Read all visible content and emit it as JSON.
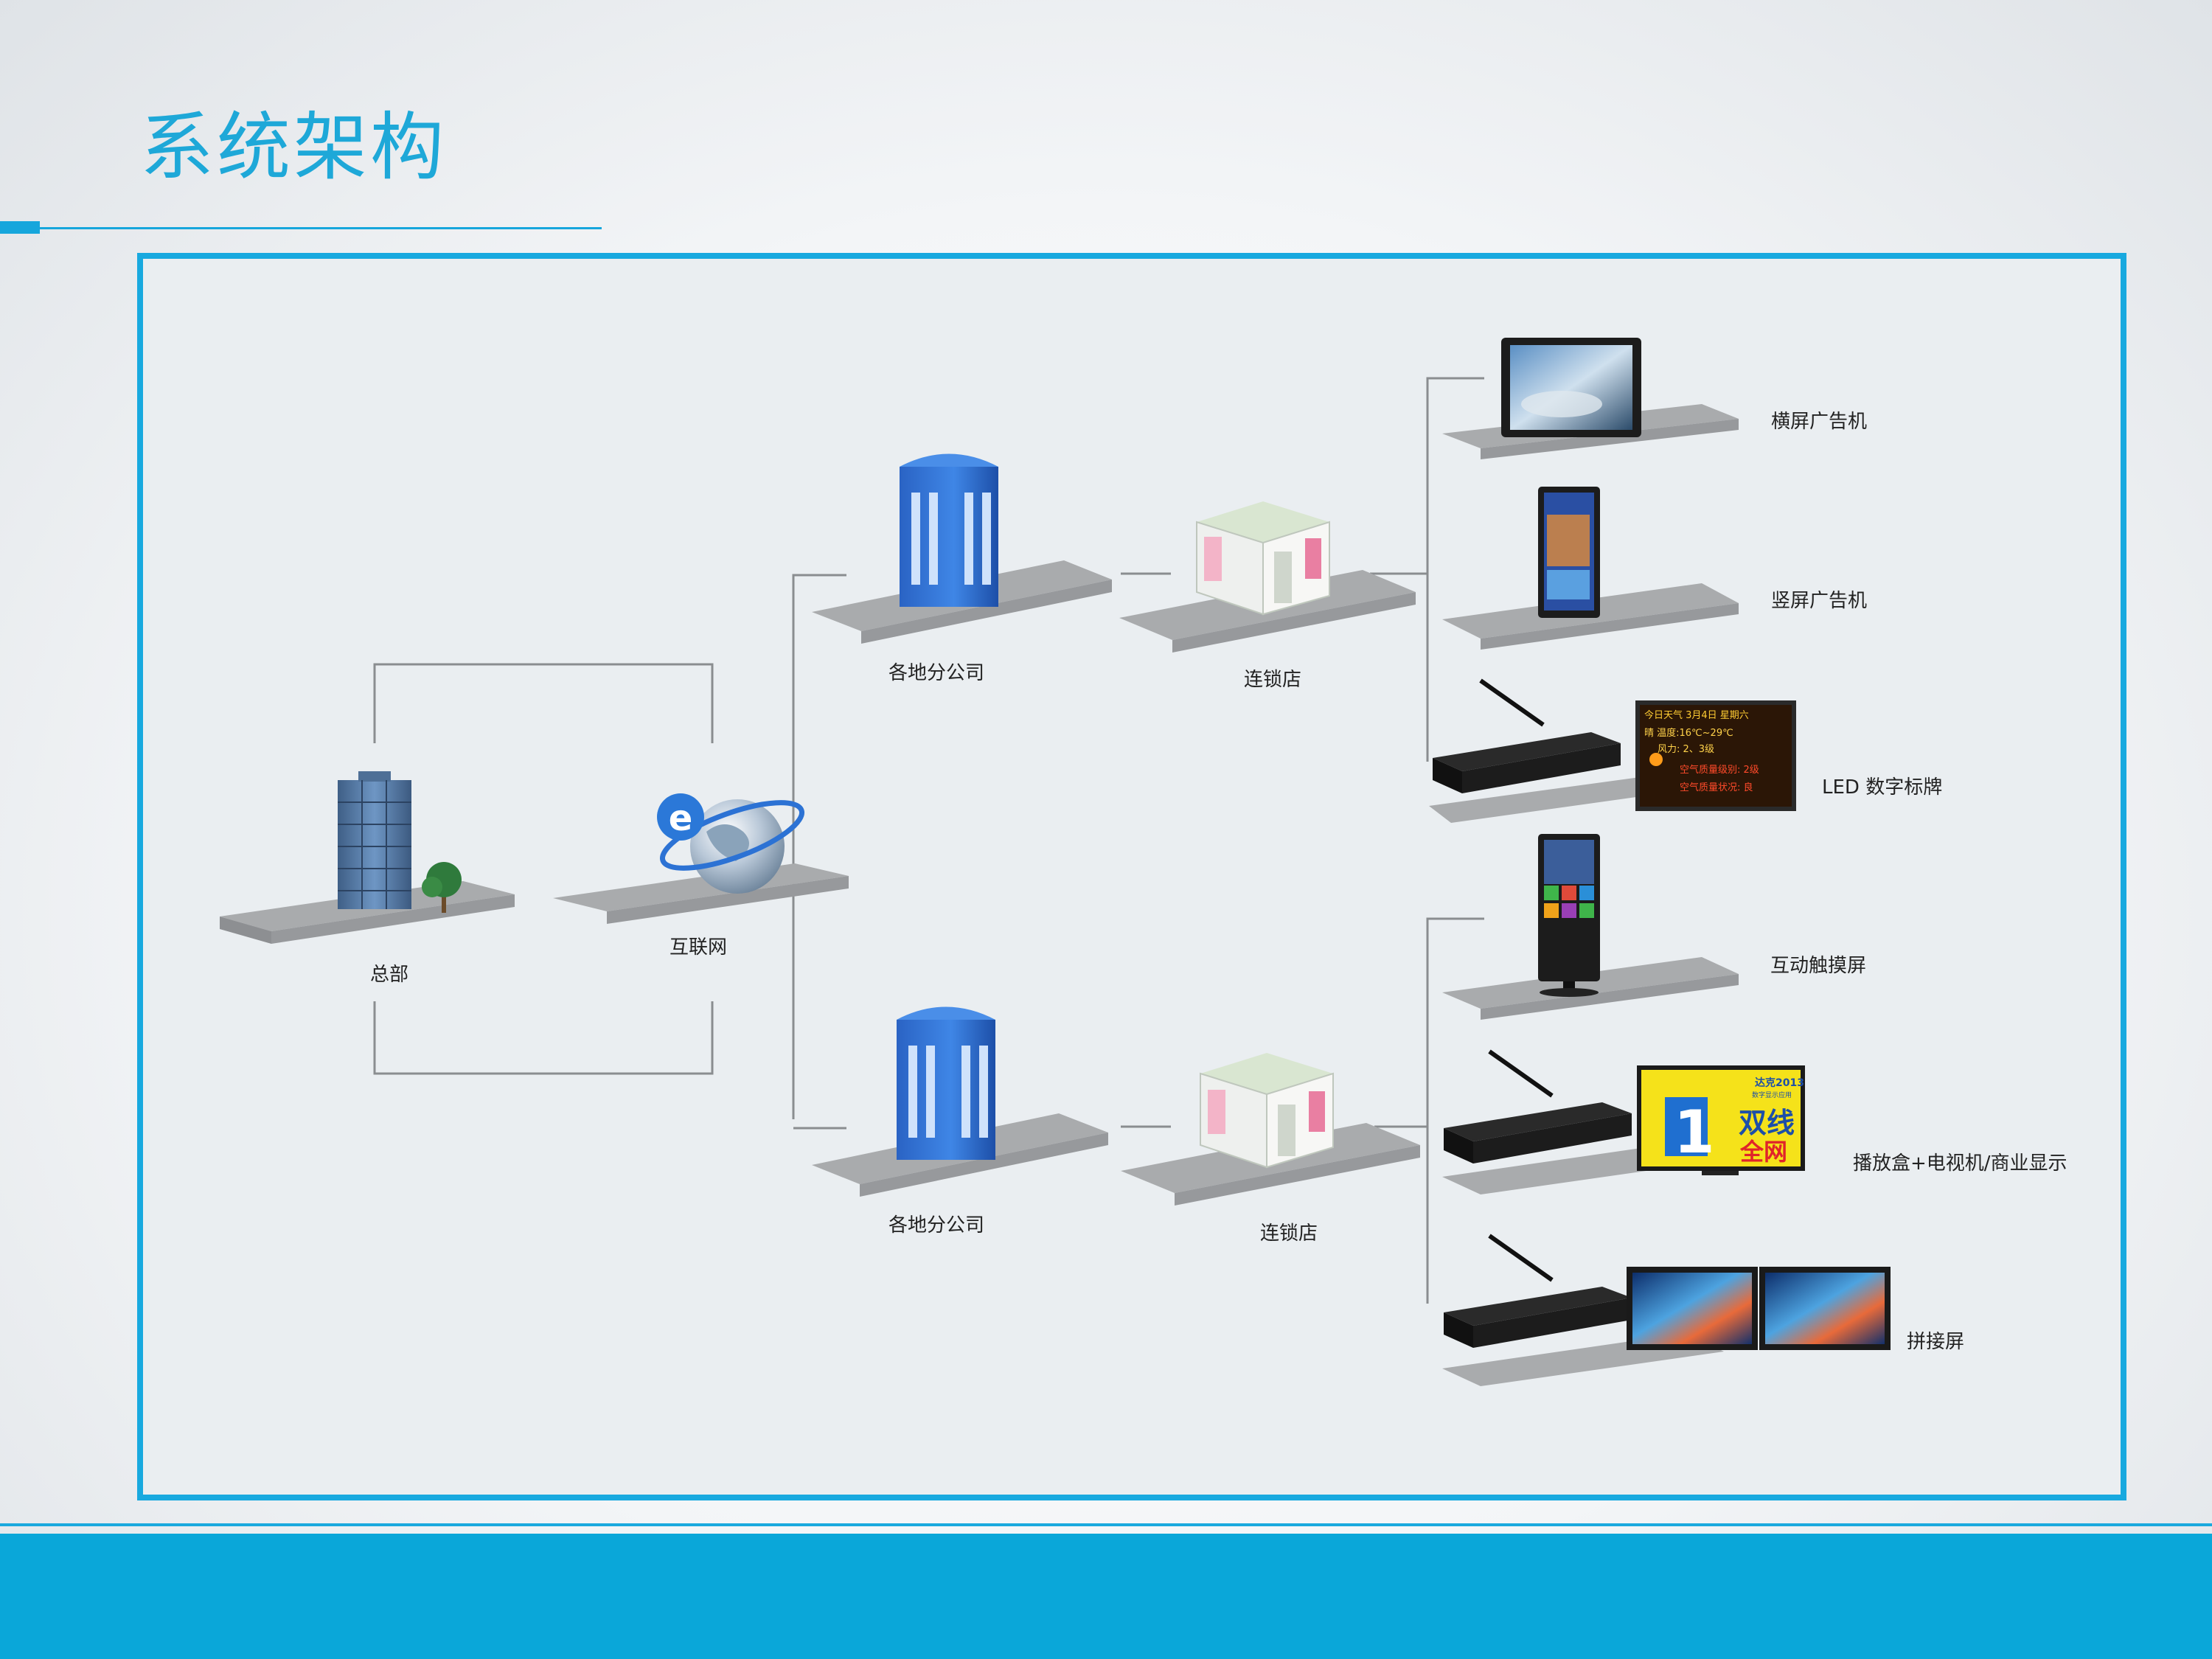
{
  "page": {
    "title": "系统架构"
  },
  "colors": {
    "accent": "#18a9df",
    "footer": "#0aa7d9",
    "platform": "#a7a9ab",
    "building": "#2f6fd0"
  },
  "nodes": {
    "headquarters": "总部",
    "internet": "互联网",
    "branch_top": "各地分公司",
    "branch_bottom": "各地分公司",
    "store_top": "连锁店",
    "store_bottom": "连锁店"
  },
  "devices": [
    {
      "label": "横屏广告机",
      "icon": "landscape-ad-screen"
    },
    {
      "label": "竖屏广告机",
      "icon": "portrait-ad-kiosk"
    },
    {
      "label": "LED 数字标牌",
      "icon": "led-sign-player-box"
    },
    {
      "label": "互动触摸屏",
      "icon": "touch-kiosk"
    },
    {
      "label": "播放盒+电视机/商业显示",
      "icon": "player-box-tv"
    },
    {
      "label": "拼接屏",
      "icon": "video-wall"
    }
  ],
  "led_screen": {
    "line1": "今日天气 3月4日 星期六",
    "line2": "晴 温度:16℃~29℃",
    "line3": "风力: 2、3级",
    "line4": "空气质量级别: 2级",
    "line5": "空气质量状况: 良"
  },
  "tv_screen": {
    "brand": "达克2013",
    "subtitle": "数字显示应用",
    "big_number": "1",
    "promo1": "双线",
    "promo2": "全网"
  }
}
